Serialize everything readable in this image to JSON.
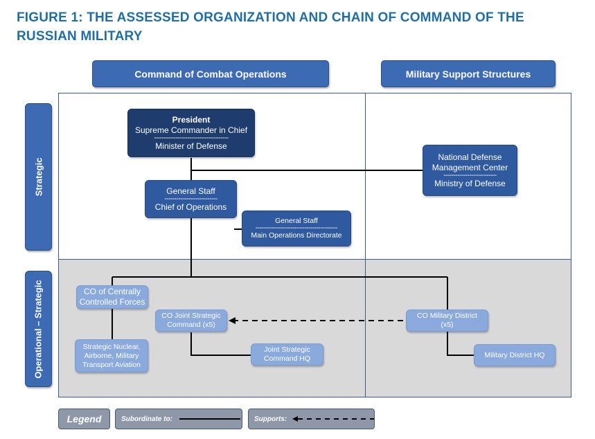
{
  "title": "FIGURE 1: THE ASSESSED ORGANIZATION AND CHAIN OF COMMAND OF THE RUSSIAN MILITARY",
  "columns": {
    "combat": "Command of Combat Operations",
    "support": "Military Support Structures"
  },
  "rows": {
    "strategic": "Strategic",
    "operational": "Operational – Strategic"
  },
  "nodes": {
    "president": {
      "l1": "President",
      "l2": "Supreme Commander in Chief",
      "sep": "--------------------------------------",
      "l3": "Minister of Defense"
    },
    "general_staff": {
      "l1": "General Staff",
      "sep": "---------------------------",
      "l2": "Chief of Operations"
    },
    "gs_directorate": {
      "l1": "General Staff",
      "sep": "------------------------------------------",
      "l2": "Main Operations Directorate"
    },
    "ndmc": {
      "l1": "National Defense",
      "l2": "Management Center",
      "sep": "---------------------------",
      "l3": "Ministry of Defense"
    },
    "co_central": {
      "l1": "CO of Centrally",
      "l2": "Controlled Forces"
    },
    "strategic_nuclear": {
      "l1": "Strategic Nuclear,",
      "l2": "Airborne, Military",
      "l3": "Transport Aviation"
    },
    "co_jsc": {
      "l1": "CO Joint Strategic",
      "l2": "Command (x5)"
    },
    "jsc_hq": {
      "l1": "Joint Strategic",
      "l2": "Command HQ"
    },
    "co_md": {
      "l1": "CO Military District",
      "l2": "(x5)"
    },
    "md_hq": {
      "l1": "Military District HQ"
    }
  },
  "legend": {
    "title": "Legend",
    "subordinate": "Subordinate to:",
    "supports": "Supports:"
  },
  "colors": {
    "title": "#1f6fa5",
    "header": "#3d6bb3",
    "dark_node": "#1f3c6e",
    "mid_node": "#2f5a9f",
    "light_node": "#8aa9dc",
    "grey_panel": "#d9d9d9"
  }
}
